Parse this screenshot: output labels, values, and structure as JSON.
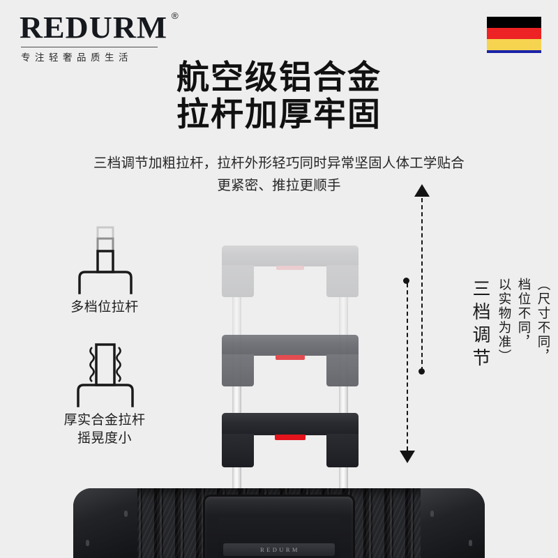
{
  "background_color": "#eeeeee",
  "brand": {
    "name": "REDURM",
    "registered_mark": "®",
    "tagline": "专注轻奢品质生活"
  },
  "flag": {
    "country": "Germany",
    "colors": [
      "#000000",
      "#ed2224",
      "#f6d44f"
    ],
    "underline_color": "#1a23a8"
  },
  "headline": {
    "line1": "航空级铝合金",
    "line2": "拉杆加厚牢固"
  },
  "subcopy": {
    "line1": "三档调节加粗拉杆，拉杆外形轻巧同时异常坚固人体工学贴合",
    "line2": "更紧密、推拉更顺手"
  },
  "features": [
    {
      "icon": "telescoping-handle-icon",
      "label_line1": "多档位拉杆",
      "label_line2": ""
    },
    {
      "icon": "thick-alloy-handle-icon",
      "label_line1": "厚实合金拉杆",
      "label_line2": "摇晃度小"
    }
  ],
  "handles": [
    {
      "position_name": "highest-stage",
      "grip_color": "#a6a7ab",
      "button_color": "#e8a7ab",
      "opacity": 0.45
    },
    {
      "position_name": "middle-stage",
      "grip_color": "#64666c",
      "button_color": "#e23b3f",
      "opacity": 0.85
    },
    {
      "position_name": "lowest-stage",
      "grip_color": "#2a2b30",
      "button_color": "#e3141c",
      "opacity": 1
    }
  ],
  "annotations": {
    "vertical_label": "三档调节",
    "disclaimer_columns": [
      "（尺寸不同，",
      "档位不同，",
      "以实物为准）"
    ],
    "arrow_up": "▲",
    "arrow_down": "▼"
  },
  "suitcase": {
    "nameplate": "REDURM",
    "shell_finish": "carbon-fiber-ribbed-black"
  }
}
